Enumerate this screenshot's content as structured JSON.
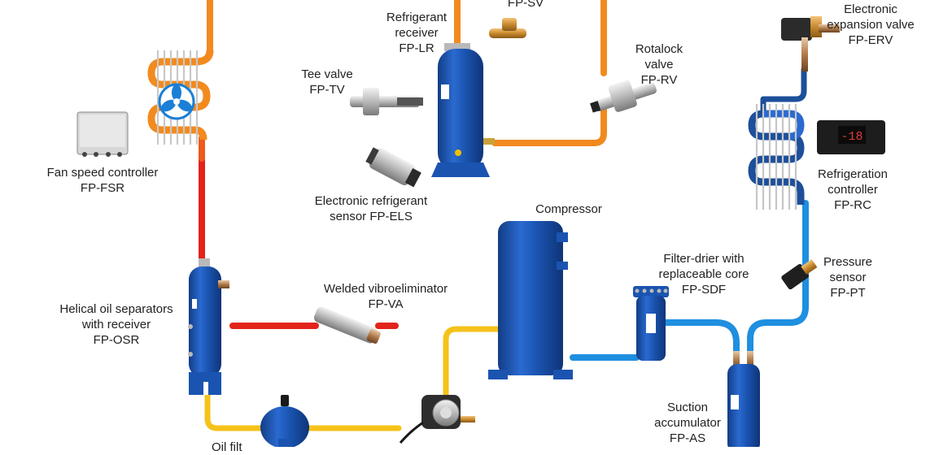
{
  "colors": {
    "pipe_orange": "#f28a1e",
    "pipe_red": "#e2231a",
    "pipe_yellow": "#f5c219",
    "pipe_lightblue": "#1f8fe0",
    "pipe_darkblue": "#1d4f9a",
    "vessel_blue": "#1a54b0",
    "fan_blue": "#1c7fd6"
  },
  "labels": {
    "fp_sv": {
      "line1": "FP-SV"
    },
    "refrigerant_receiver": {
      "line1": "Refrigerant",
      "line2": "receiver",
      "line3": "FP-LR"
    },
    "tee_valve": {
      "line1": "Tee valve",
      "line2": "FP-TV"
    },
    "electronic_refrigerant_sensor": {
      "line1": "Electronic refrigerant",
      "line2": "sensor FP-ELS"
    },
    "rotalock_valve": {
      "line1": "Rotalock",
      "line2": "valve",
      "line3": "FP-RV"
    },
    "electronic_expansion_valve": {
      "line1": "Electronic",
      "line2": "expansion valve",
      "line3": "FP-ERV"
    },
    "fan_speed_controller": {
      "line1": "Fan speed controller",
      "line2": "FP-FSR"
    },
    "refrigeration_controller": {
      "line1": "Refrigeration",
      "line2": "controller",
      "line3": "FP-RC"
    },
    "compressor": {
      "line1": "Compressor"
    },
    "filter_drier": {
      "line1": "Filter-drier with",
      "line2": "replaceable core",
      "line3": "FP-SDF"
    },
    "pressure_sensor": {
      "line1": "Pressure",
      "line2": "sensor",
      "line3": "FP-PT"
    },
    "welded_vibroeliminator": {
      "line1": "Welded vibroeliminator",
      "line2": "FP-VA"
    },
    "helical_oil_separators": {
      "line1": "Helical oil separators",
      "line2": "with receiver",
      "line3": "FP-OSR"
    },
    "suction_accumulator": {
      "line1": "Suction",
      "line2": "accumulator",
      "line3": "FP-AS"
    },
    "oil_filter": {
      "line1": "Oil filt"
    }
  },
  "display": {
    "controller_readout": "-18"
  },
  "icons": [
    "fan-icon",
    "controller-box-icon",
    "solenoid-valve-icon",
    "receiver-vessel-icon",
    "tee-valve-icon",
    "refrigerant-sensor-icon",
    "rotalock-valve-icon",
    "expansion-valve-icon",
    "condenser-coil-icon",
    "evaporator-coil-icon",
    "refrigeration-controller-icon",
    "compressor-icon",
    "filter-drier-icon",
    "pressure-sensor-icon",
    "vibroeliminator-icon",
    "oil-separator-icon",
    "suction-accumulator-icon",
    "oil-filter-icon",
    "oil-level-regulator-icon"
  ]
}
